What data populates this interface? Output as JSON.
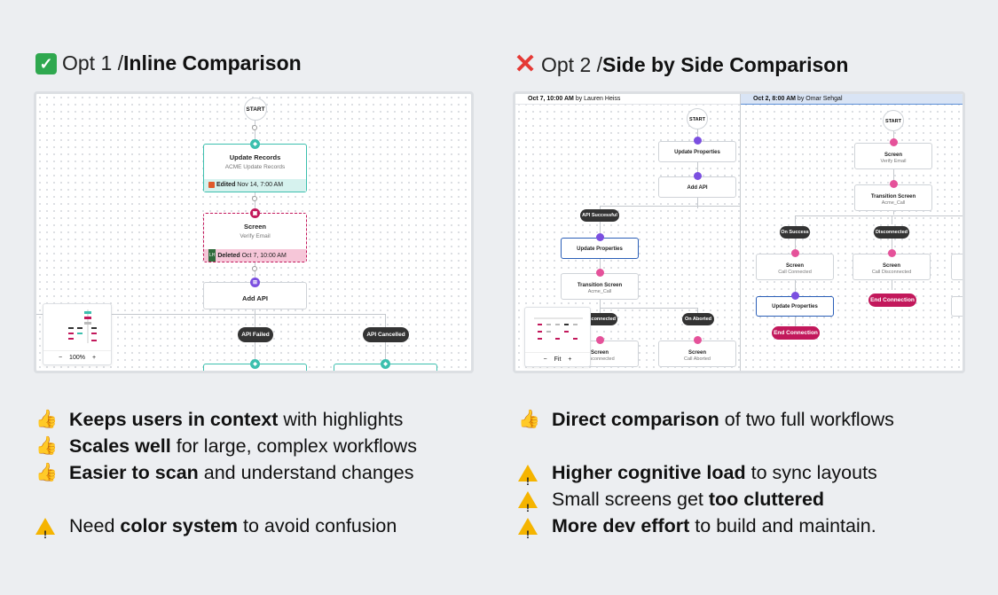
{
  "opt1": {
    "heading_prefix": "Opt 1 / ",
    "heading_bold": "Inline Comparison",
    "status_icon": "check-mark-icon",
    "flow": {
      "start": "START",
      "update_records_title": "Update Records",
      "update_records_sub": "ACME Update Records",
      "edited_label": "Edited",
      "edited_time": "Nov 14, 7:00 AM",
      "screen_title": "Screen",
      "screen_sub": "Verify Email",
      "deleted_label": "Deleted",
      "deleted_time": "Oct 7, 10:00 AM",
      "deleted_badge": "LH",
      "add_api": "Add API",
      "api_failed": "API Failed",
      "api_cancelled": "API Cancelled",
      "zoom": "100%",
      "zoom_minus": "−",
      "zoom_plus": "+"
    },
    "points": [
      {
        "icon": "thumbs-up-icon",
        "bold": "Keeps users in context",
        "rest": " with highlights"
      },
      {
        "icon": "thumbs-up-icon",
        "bold": "Scales well",
        "rest": " for large, complex workflows"
      },
      {
        "icon": "thumbs-up-icon",
        "bold": "Easier to scan",
        "rest": " and understand changes"
      }
    ],
    "warning": {
      "icon": "warning-icon",
      "pre": "Need ",
      "bold": "color system",
      "rest": " to avoid confusion"
    }
  },
  "opt2": {
    "heading_prefix": "Opt 2 / ",
    "heading_bold": "Side by Side Comparison",
    "status_icon": "cross-mark-icon",
    "left_header_date": "Oct 7, 10:00 AM",
    "left_header_by": " by Lauren Heiss",
    "right_header_date": "Oct 2, 8:00 AM",
    "right_header_by": " by Omar Sehgal",
    "left_flow": {
      "start": "START",
      "update_properties": "Update Properties",
      "add_api": "Add API",
      "api_successful": "API Successful",
      "update_properties_2": "Update Properties",
      "transition_screen": "Transition Screen",
      "transition_sub": "Acme_Call",
      "disconnected": "Disconnected",
      "on_aborted": "On Aborted",
      "screen": "Screen",
      "screen_sub_1": "Disconnected",
      "screen_2": "Screen",
      "screen_sub_2": "Call Aborted",
      "fit": "Fit",
      "zoom_minus": "−",
      "zoom_plus": "+"
    },
    "right_flow": {
      "start": "START",
      "screen": "Screen",
      "screen_sub": "Verify Email",
      "transition_screen": "Transition Screen",
      "transition_sub": "Acme_Call",
      "on_success": "On Success",
      "disconnected": "Disconnected",
      "screen_a": "Screen",
      "screen_a_sub": "Call Connected",
      "screen_b": "Screen",
      "screen_b_sub": "Call Disconnected",
      "update_properties": "Update Properties",
      "end_connection_1": "End Connection",
      "end_connection_2": "End Connection"
    },
    "points": [
      {
        "icon": "thumbs-up-icon",
        "bold": "Direct comparison",
        "rest": " of two full workflows"
      }
    ],
    "warnings": [
      {
        "icon": "warning-icon",
        "pre": "",
        "bold": "Higher cognitive load",
        "rest": " to sync layouts"
      },
      {
        "icon": "warning-icon",
        "pre": "Small screens get ",
        "bold": "too cluttered",
        "rest": ""
      },
      {
        "icon": "warning-icon",
        "pre": "",
        "bold": "More dev effort",
        "rest": " to build and maintain."
      }
    ]
  },
  "colors": {
    "teal": "#3cbfae",
    "magenta": "#c2185b",
    "purple": "#7b4fe0",
    "pink": "#e5529a",
    "warning": "#f5b400",
    "check": "#2fa84f",
    "cross": "#e53935"
  }
}
